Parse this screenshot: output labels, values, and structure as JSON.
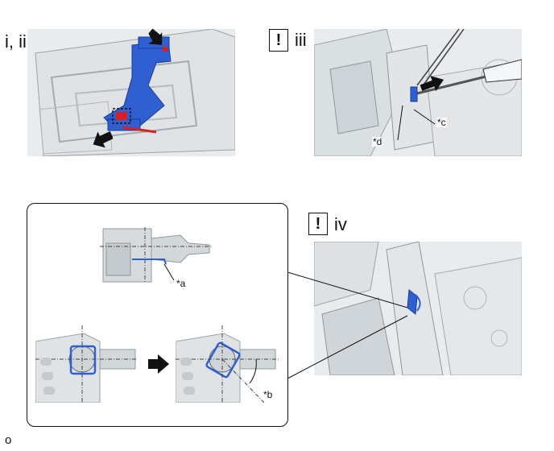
{
  "steps": {
    "step1": "i, ii",
    "step2": "iii",
    "step3": "iv",
    "warn_symbol": "!"
  },
  "callouts": {
    "a": "*a",
    "b": "*b",
    "c": "*c",
    "d": "*d"
  },
  "footer": {
    "code": "o"
  },
  "colors": {
    "part": "#2f5fd0",
    "highlight": "#d81f26",
    "panel": "#e9ecee",
    "line": "#111111"
  },
  "icons": {
    "push_arrow": "arrow-icon",
    "next_arrow": "right-arrow-icon"
  }
}
